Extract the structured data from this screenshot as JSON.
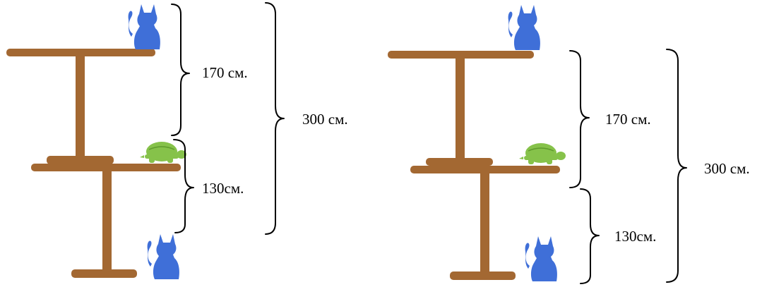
{
  "colors": {
    "wood": "#A36832",
    "cat": "#3F6FD8",
    "turtle": "#86C24A",
    "turtle_shell_line": "#5E9A2C",
    "text": "#000000",
    "background": "#FFFFFF"
  },
  "icons": {
    "cat": "cat-icon",
    "turtle": "turtle-icon",
    "brace": "curly-brace"
  },
  "diagrams": [
    {
      "labels": {
        "upper": "170 см.",
        "lower": "130см.",
        "total": "300 см."
      }
    },
    {
      "labels": {
        "upper": "170 см.",
        "lower": "130см.",
        "total": "300 см."
      }
    }
  ]
}
